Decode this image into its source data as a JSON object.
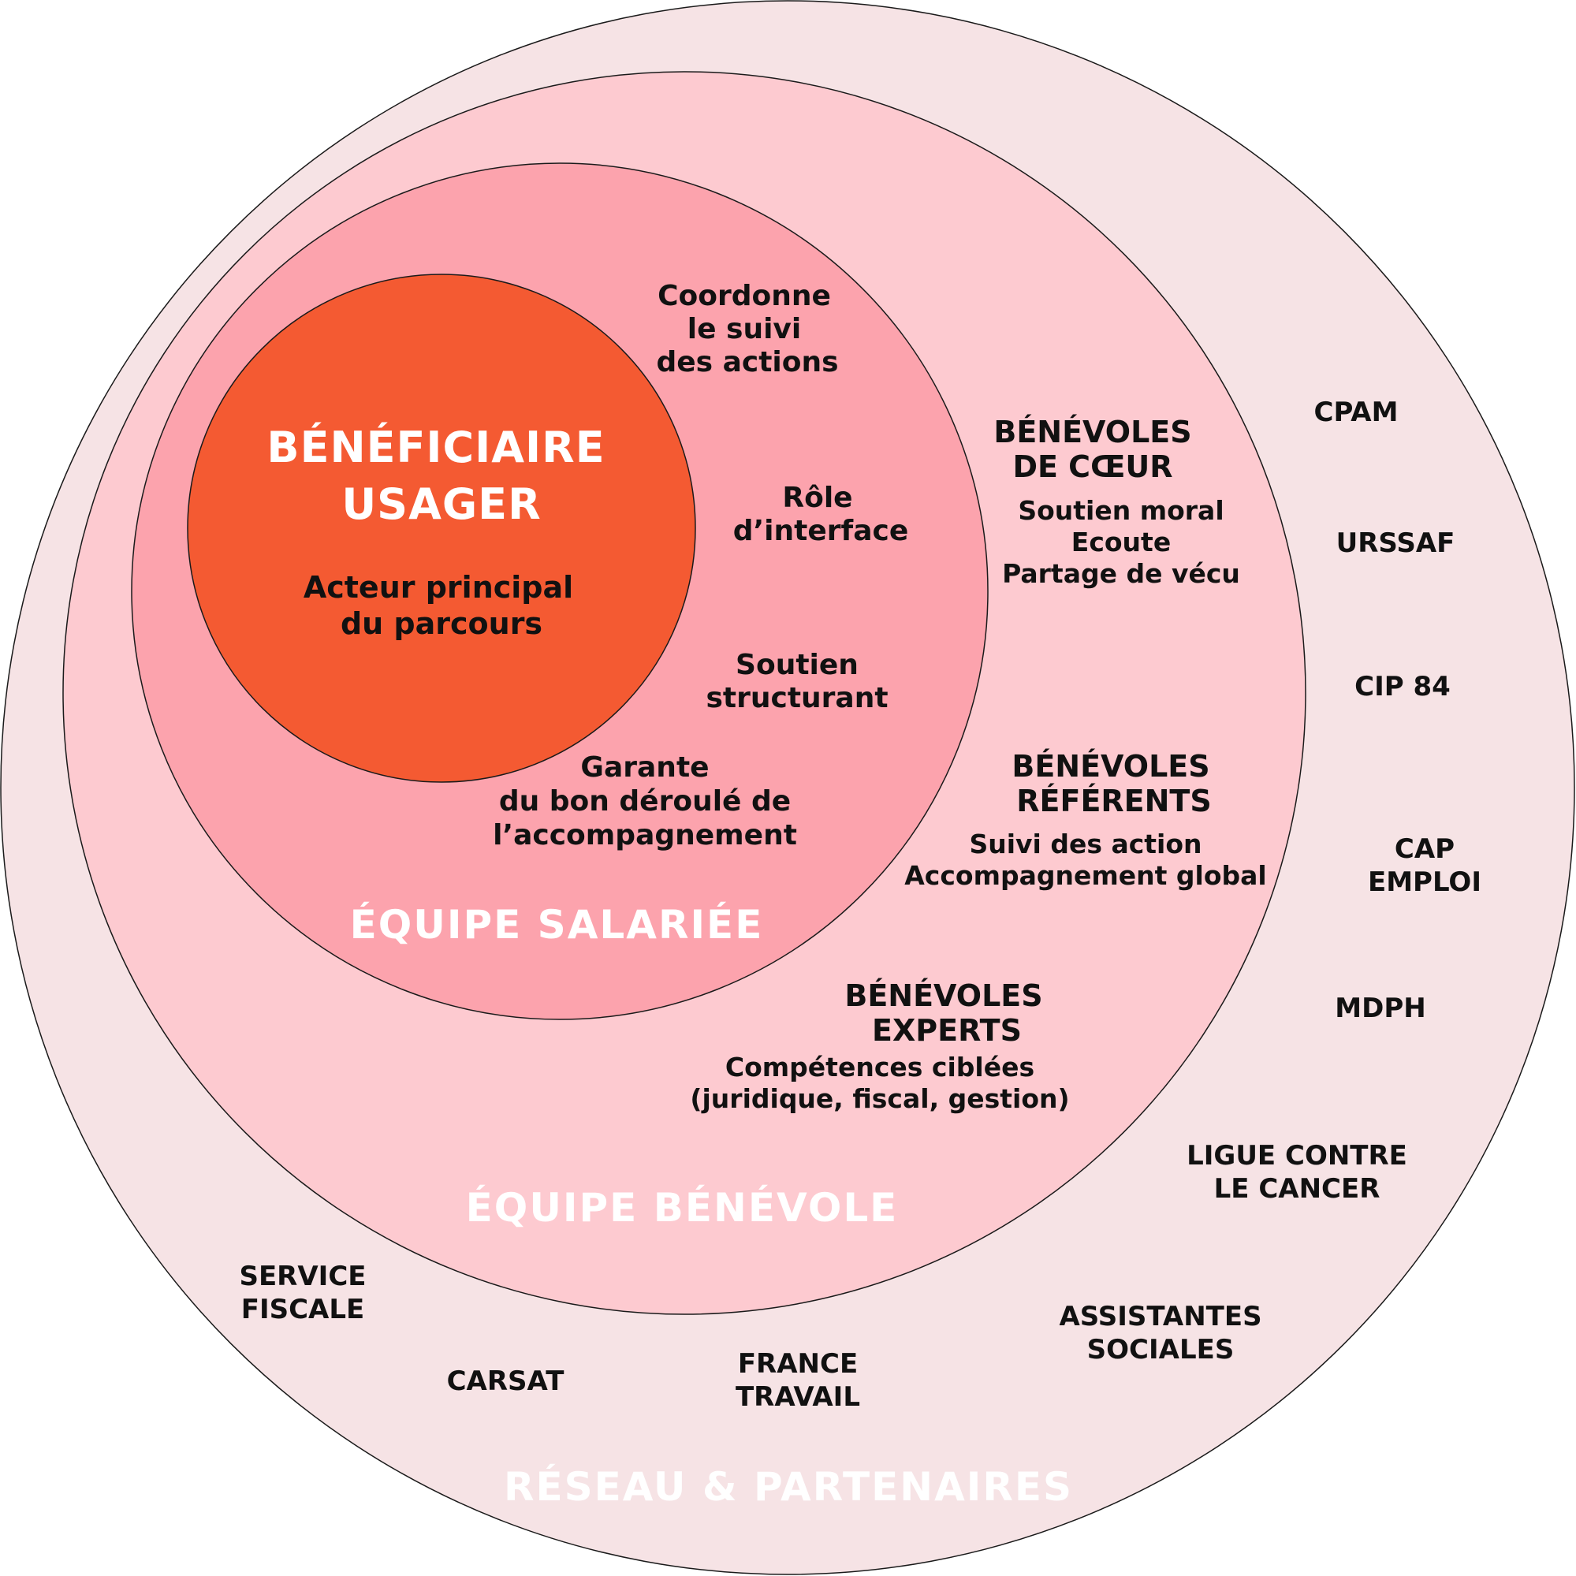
{
  "colors": {
    "network": "#f6e3e5",
    "volunteer": "#fdcad0",
    "staff": "#fca3ad",
    "beneficiary": "#f45a32",
    "stroke": "#1a1a1a",
    "light_text": "#ffffff",
    "dark_text": "#111111"
  },
  "center": {
    "title_line1": "BÉNÉFICIAIRE",
    "title_line2": "USAGER",
    "sub_line1": "Acteur principal",
    "sub_line2": "du parcours"
  },
  "staff": {
    "label": "ÉQUIPE SALARIÉE",
    "roles": {
      "coordinate": [
        "Coordonne",
        "le suivi",
        "des actions"
      ],
      "interface": [
        "Rôle",
        "d’interface"
      ],
      "support": [
        "Soutien",
        "structurant"
      ],
      "guarantor": [
        "Garante",
        "du bon déroulé de",
        "l’accompagnement"
      ]
    }
  },
  "volunteers": {
    "label": "ÉQUIPE BÉNÉVOLE",
    "groups": {
      "heart": {
        "title": [
          "BÉNÉVOLES",
          "DE CŒUR"
        ],
        "desc": [
          "Soutien moral",
          "Ecoute",
          "Partage de vécu"
        ]
      },
      "referents": {
        "title": [
          "BÉNÉVOLES",
          "RÉFÉRENTS"
        ],
        "desc": [
          "Suivi des action",
          "Accompagnement global"
        ]
      },
      "experts": {
        "title": [
          "BÉNÉVOLES",
          "EXPERTS"
        ],
        "desc": [
          "Compétences ciblées",
          "(juridique, fiscal, gestion)"
        ]
      }
    }
  },
  "network": {
    "label": "RÉSEAU & PARTENAIRES",
    "partners": {
      "cpam": [
        "CPAM"
      ],
      "urssaf": [
        "URSSAF"
      ],
      "cip84": [
        "CIP 84"
      ],
      "cap_emploi": [
        "CAP",
        "EMPLOI"
      ],
      "mdph": [
        "MDPH"
      ],
      "ligue": [
        "LIGUE CONTRE",
        "LE CANCER"
      ],
      "assistantes": [
        "ASSISTANTES",
        "SOCIALES"
      ],
      "france_travail": [
        "FRANCE",
        "TRAVAIL"
      ],
      "carsat": [
        "CARSAT"
      ],
      "service_fiscale": [
        "SERVICE",
        "FISCALE"
      ]
    }
  }
}
